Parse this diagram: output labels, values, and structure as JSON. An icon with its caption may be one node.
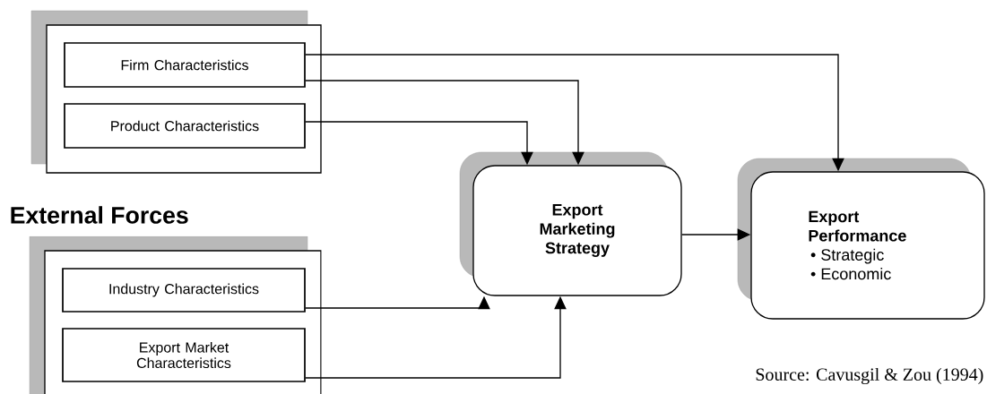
{
  "diagram": {
    "nodes": [
      {
        "text": [],
        "shape": "box"
      },
      {
        "text": [
          "Firm Characteristics"
        ],
        "in": 0
      },
      {
        "text": [
          "Product Characteristics"
        ],
        "in": 0
      },
      {
        "text": [
          "External Forces"
        ]
      },
      {
        "text": [
          "Industry Characteristics"
        ],
        "in": 3
      },
      {
        "text": [
          "Export Market Characteristics"
        ],
        "in": 3
      },
      {
        "text": [
          "Export Marketing Strategy"
        ]
      },
      {
        "text": [
          "Export Performance",
          "• Strategic",
          "• Economic"
        ]
      }
    ],
    "edges": [
      {
        "from": 1,
        "to": 7,
        "arrow": "to"
      },
      {
        "from": 1,
        "to": 6,
        "arrow": "to"
      },
      {
        "from": 2,
        "to": 6,
        "arrow": "to"
      },
      {
        "from": 4,
        "to": 6,
        "arrow": "to"
      },
      {
        "from": 5,
        "to": 6,
        "arrow": "to"
      },
      {
        "from": 6,
        "to": 7,
        "arrow": "to"
      }
    ],
    "labels": [
      "Source: Cavusgil & Zou (1994)"
    ]
  }
}
